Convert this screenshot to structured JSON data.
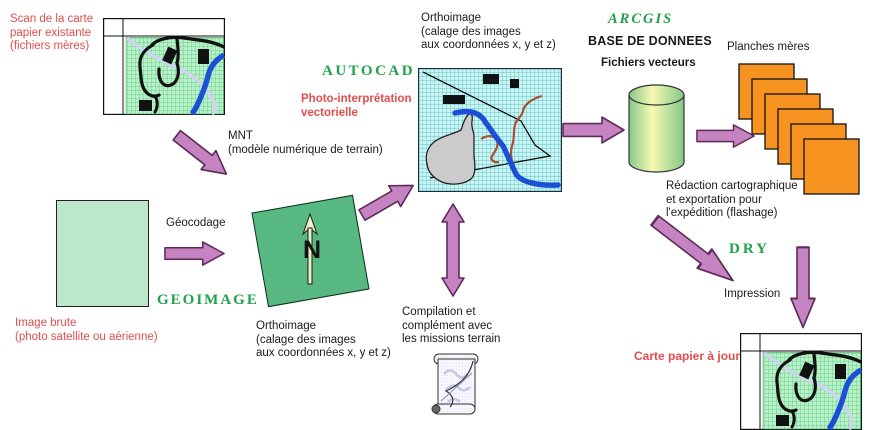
{
  "colors": {
    "arrow_fill": "#c583c1",
    "arrow_stroke": "#5e2a58",
    "green_text": "#1fa24a",
    "red_text": "#e34d4d",
    "dark_text": "#1a1a1a",
    "square_green": "#57b981",
    "raw_image_green": "#bce7cb",
    "orange_plate": "#f79421",
    "paper_map_bg": "#b9efc9",
    "paper_map_grid": "#4fc974",
    "ortho_map_bg": "#cdf4f4",
    "ortho_map_grid": "#3cb9b9",
    "river_blue": "#1b50d6",
    "north_fill": "#edf2c6"
  },
  "labels": {
    "scan_carte": "Scan de la carte\npapier existante\n(fichiers mères)",
    "mnt": "MNT\n(modèle numérique de terrain)",
    "geocodage": "Géocodage",
    "image_brute": "Image brute\n(photo satellite ou aérienne)",
    "geoimage": "GEOIMAGE",
    "autocad": "AUTOCAD",
    "photo_interpretation": "Photo-interprétation\nvectorielle",
    "orthoimage_haut": "Orthoimage\n(calage des images\naux coordonnées x, y et z)",
    "orthoimage_bas": "Orthoimage\n(calage des images\naux coordonnées x, y et z)",
    "arcgis": "ARCGIS",
    "base_de_donnees": "BASE DE DONNEES",
    "fichiers_vecteurs": "Fichiers vecteurs",
    "planches_meres": "Planches mères",
    "redaction": "Rédaction cartographique\net exportation pour\nl'expédition (flashage)",
    "dry": "DRY",
    "impression": "Impression",
    "carte_papier_a_jour": "Carte papier à jour",
    "compilation": "Compilation et\ncomplément avec\nles missions terrain",
    "north": "N"
  }
}
